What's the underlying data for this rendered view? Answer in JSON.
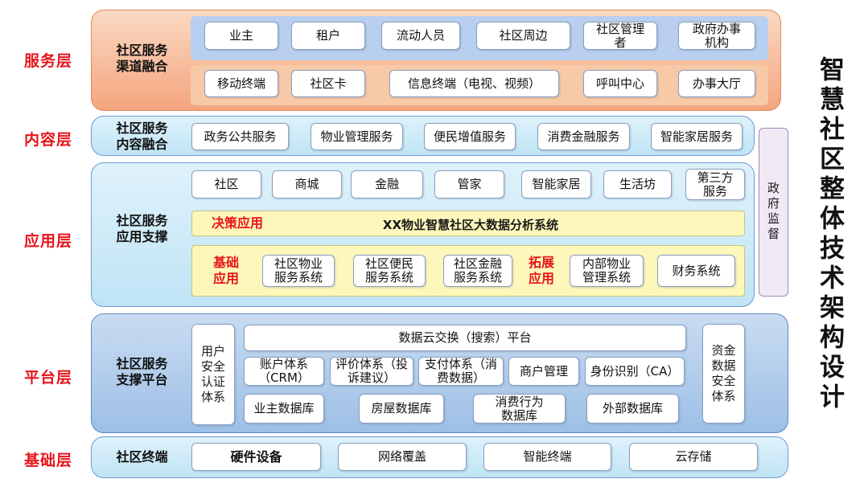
{
  "title": "智慧社区整体技术架构设计",
  "layers": {
    "service": "服务层",
    "content": "内容层",
    "application": "应用层",
    "platform": "平台层",
    "foundation": "基础层"
  },
  "service_band": {
    "title_line1": "社区服务",
    "title_line2": "渠道融合",
    "row1": [
      "业主",
      "租户",
      "流动人员",
      "社区周边",
      "社区管理者",
      "政府办事机构"
    ],
    "row2": [
      "移动终端",
      "社区卡",
      "信息终端（电视、视频）",
      "呼叫中心",
      "办事大厅"
    ]
  },
  "content_band": {
    "title_line1": "社区服务",
    "title_line2": "内容融合",
    "items": [
      "政务公共服务",
      "物业管理服务",
      "便民增值服务",
      "消费金融服务",
      "智能家居服务"
    ]
  },
  "application_band": {
    "title_line1": "社区服务",
    "title_line2": "应用支撑",
    "modules": [
      "社区",
      "商城",
      "金融",
      "管家",
      "智能家居",
      "生活坊",
      "第三方服务"
    ],
    "decision_label": "决策应用",
    "decision_system": "XX物业智慧社区大数据分析系统",
    "basic_label_line1": "基础",
    "basic_label_line2": "应用",
    "basic_systems": [
      "社区物业服务系统",
      "社区便民服务系统",
      "社区金融服务系统"
    ],
    "extend_label_line1": "拓展",
    "extend_label_line2": "应用",
    "extend_systems": [
      "内部物业管理系统",
      "财务系统"
    ]
  },
  "gov_supervision": "政府监督",
  "platform_band": {
    "title_line1": "社区服务",
    "title_line2": "支撑平台",
    "left_box": "用户安全认证体系",
    "cloud": "数据云交换（搜索）平台",
    "systems": [
      "账户体系（CRM）",
      "评价体系（投诉建议）",
      "支付体系（消费数据）",
      "商户管理",
      "身份识别（CA）"
    ],
    "databases": [
      "业主数据库",
      "房屋数据库",
      "消费行为数据库",
      "外部数据库"
    ],
    "right_box": "资金数据安全体系"
  },
  "foundation_band": {
    "title": "社区终端",
    "items": [
      "硬件设备",
      "网络覆盖",
      "智能终端",
      "云存储"
    ]
  }
}
